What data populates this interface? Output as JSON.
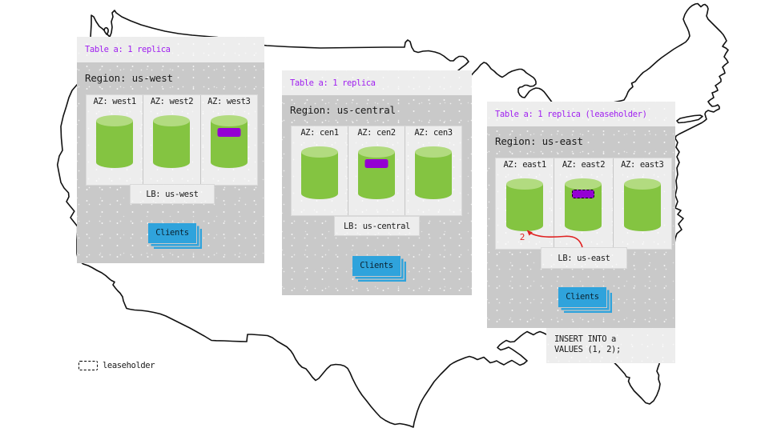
{
  "colors": {
    "panel_body": "#c9c9c9",
    "panel_light": "#ededed",
    "header_text": "#a020f0",
    "replica_purple": "#9400d3",
    "green_body": "#84c441",
    "green_top": "#b2db80",
    "blue": "#2fa3dc",
    "red": "#e02222",
    "text": "#1a1a1a",
    "map_line": "#111111"
  },
  "regions": [
    {
      "table_label": "Table a: 1 replica",
      "region_label": "Region: us-west",
      "azs": [
        "AZ: west1",
        "AZ: west2",
        "AZ: west3"
      ],
      "lb_label": "LB: us-west",
      "clients_label": "Clients"
    },
    {
      "table_label": "Table a: 1 replica",
      "region_label": "Region: us-central",
      "azs": [
        "AZ: cen1",
        "AZ: cen2",
        "AZ: cen3"
      ],
      "lb_label": "LB: us-central",
      "clients_label": "Clients"
    },
    {
      "table_label": "Table a: 1 replica (leaseholder)",
      "region_label": "Region: us-east",
      "azs": [
        "AZ: east1",
        "AZ: east2",
        "AZ: east3"
      ],
      "lb_label": "LB: us-east",
      "clients_label": "Clients",
      "step_number": "2"
    }
  ],
  "sql_box": {
    "line1": "INSERT INTO a",
    "line2": "VALUES (1, 2);"
  },
  "legend": {
    "label": "leaseholder"
  }
}
